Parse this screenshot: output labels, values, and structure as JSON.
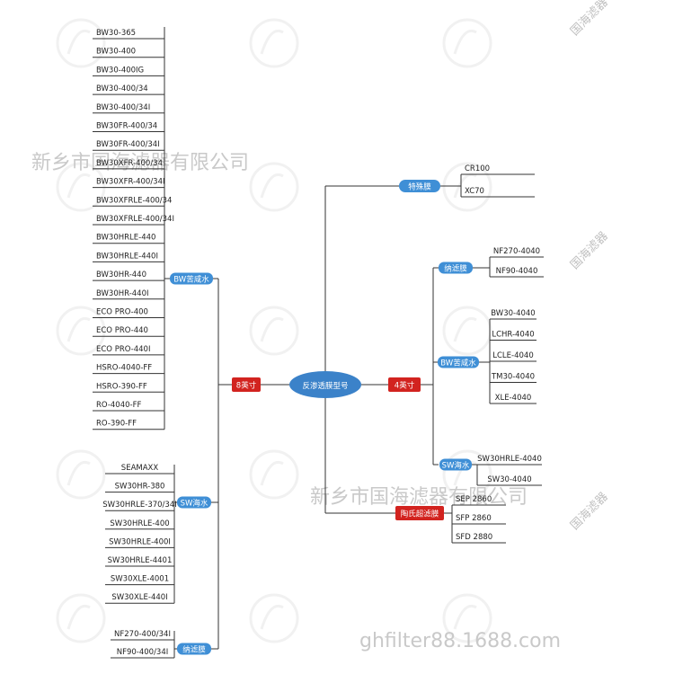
{
  "center": {
    "label": "反渗透膜型号",
    "color": "#3b82c9"
  },
  "left_main": {
    "label": "8英寸",
    "color": "#d2231f"
  },
  "right_main": {
    "label": "4英寸",
    "color": "#d2231f"
  },
  "top_main": {
    "label": "特殊膜",
    "color": "#3f8fd6"
  },
  "ceramic": {
    "label": "陶氏超滤膜",
    "color": "#d2231f"
  },
  "left_groups": [
    {
      "label": "BW苦咸水",
      "items": [
        "BW30-365",
        "BW30-400",
        "BW30-400IG",
        "BW30-400/34",
        "BW30-400/34I",
        "BW30FR-400/34",
        "BW30FR-400/34I",
        "BW30XFR-400/34",
        "BW30XFR-400/34I",
        "BW30XFRLE-400/34",
        "BW30XFRLE-400/34I",
        "BW30HRLE-440",
        "BW30HRLE-440I",
        "BW30HR-440",
        "BW30HR-440I",
        "ECO PRO-400",
        "ECO PRO-440",
        "ECO PRO-440I",
        "HSRO-4040-FF",
        "HSRO-390-FF",
        "RO-4040-FF",
        "RO-390-FF"
      ]
    },
    {
      "label": "SW海水",
      "items": [
        "SEAMAXX",
        "SW30HR-380",
        "SW30HRLE-370/34I",
        "SW30HRLE-400",
        "SW30HRLE-400I",
        "SW30HRLE-4401",
        "SW30XLE-4001",
        "SW30XLE-440I"
      ]
    },
    {
      "label": "纳滤膜",
      "items": [
        "NF270-400/34I",
        "NF90-400/34I"
      ]
    }
  ],
  "right_groups": [
    {
      "label": "纳滤膜",
      "items": [
        "NF270-4040",
        "NF90-4040"
      ]
    },
    {
      "label": "BW苦咸水",
      "items": [
        "BW30-4040",
        "LCHR-4040",
        "LCLE-4040",
        "TM30-4040",
        "XLE-4040"
      ]
    },
    {
      "label": "SW海水",
      "items": [
        "SW30HRLE-4040",
        "SW30-4040"
      ]
    }
  ],
  "special_items": [
    "CR100",
    "XC70"
  ],
  "ceramic_items": [
    "SEP 2860",
    "SFP 2860",
    "SFD 2880"
  ],
  "watermarks": {
    "company": "新乡市国海滤器有限公司",
    "site": "ghfilter88.1688.com",
    "stamp": "国海滤器"
  },
  "colors": {
    "line": "#333333",
    "tag_blue": "#3f8fd6",
    "tag_red": "#d2231f"
  }
}
